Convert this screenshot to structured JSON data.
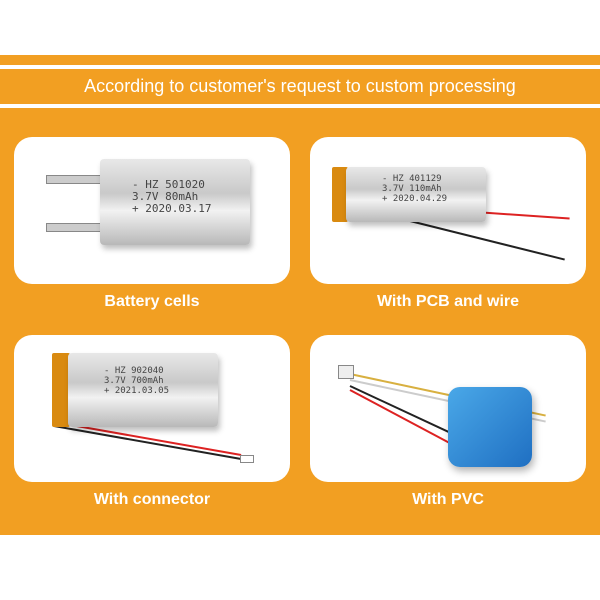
{
  "header": {
    "title": "According to customer's request to custom processing"
  },
  "colors": {
    "background": "#f29f22",
    "panel": "#ffffff",
    "text": "#ffffff"
  },
  "panels": [
    {
      "label": "Battery cells",
      "print": [
        "- HZ 501020",
        "3.7V 80mAh",
        "+ 2020.03.17"
      ]
    },
    {
      "label": "With PCB and wire",
      "print": [
        "- HZ 401129",
        "3.7V 110mAh",
        "+ 2020.04.29"
      ]
    },
    {
      "label": "With connector",
      "print": [
        "- HZ 902040",
        "3.7V 700mAh",
        "+ 2021.03.05"
      ]
    },
    {
      "label": "With PVC"
    }
  ]
}
